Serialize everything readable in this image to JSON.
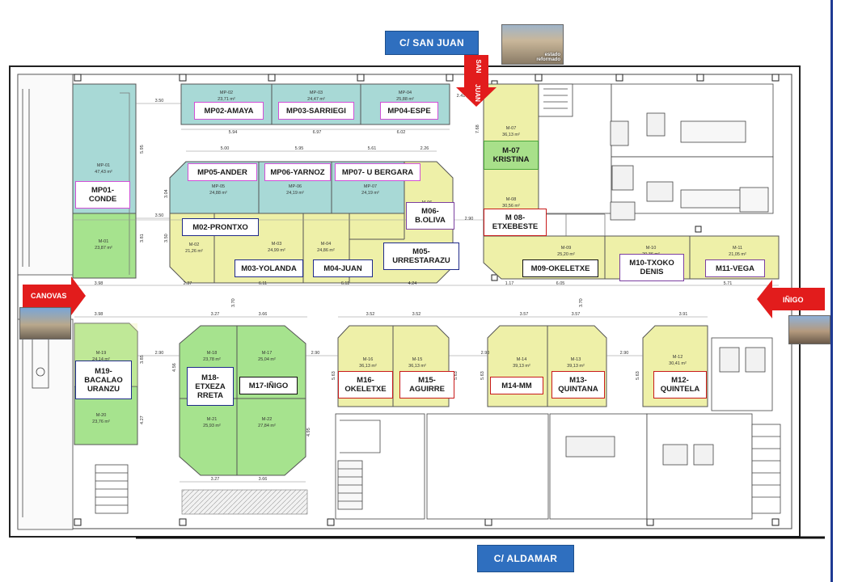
{
  "streets": {
    "san_juan": "C/ SAN JUAN",
    "aldamar": "C/ ALDAMAR",
    "canovas": "CANOVAS",
    "inigo": "IÑIGO",
    "san_juan_arrow": [
      "SAN",
      "JUAN"
    ]
  },
  "photo_caption": [
    "estado",
    "reformado"
  ],
  "colors": {
    "teal": "#a8d9d6",
    "yellow": "#eef0a8",
    "green": "#a6e38e",
    "blue": "#2f6fbf",
    "red": "#e21c1c"
  },
  "stalls": {
    "mp01": "MP01-\nCONDE",
    "mp02": "MP02-AMAYA",
    "mp03": "MP03-SARRIEGI",
    "mp04": "MP04-ESPE",
    "mp05": "MP05-ANDER",
    "mp06": "MP06-YARNOZ",
    "mp07": "MP07- U BERGARA",
    "m02": "M02-PRONTXO",
    "m03": "M03-YOLANDA",
    "m04": "M04-JUAN",
    "m05": "M05-\nURRESTARAZU",
    "m06": "M06-\nB.OLIVA",
    "m07": "M-07\nKRISTINA",
    "m08": "M 08-\nETXEBESTE",
    "m09": "M09-OKELETXE",
    "m10": "M10-TXOKO\nDENIS",
    "m11": "M11-VEGA",
    "m12": "M12-\nQUINTELA",
    "m13": "M13-\nQUINTANA",
    "m14": "M14-MM",
    "m15": "M15-\nAGUIRRE",
    "m16": "M16-\nOKELETXE",
    "m17": "M17-IÑIGO",
    "m18": "M18-\nETXEZA\nRRETA",
    "m19": "M19-\nBACALAO\nURANZU"
  },
  "plan_labels": {
    "mp01": "MP-01",
    "mp01_area": "47,43 m²",
    "mp02": "MP-02",
    "mp02_area": "23,71 m²",
    "mp03": "MP-03",
    "mp03_area": "24,47 m²",
    "mp04": "MP-04",
    "mp04_area": "25,88 m²",
    "mp05": "MP-05",
    "mp05_area": "24,88 m²",
    "mp06": "MP-06",
    "mp06_area": "24,19 m²",
    "mp07": "MP-07",
    "mp07_area": "24,19 m²",
    "m01": "M-01",
    "m01_area": "23,87 m²",
    "m02": "M-02",
    "m02_area": "21,26 m²",
    "m03": "M-03",
    "m03_area": "24,99 m²",
    "m04": "M-04",
    "m04_area": "24,86 m²",
    "m06": "M-06",
    "m07": "M-07",
    "m07_area": "36,13 m²",
    "m08": "M-08",
    "m08_area": "30,56 m²",
    "m09": "M-09",
    "m09_area": "25,20 m²",
    "m10": "M-10",
    "m10_area": "20,36 m²",
    "m11": "M-11",
    "m11_area": "21,05 m²",
    "m12": "M-12",
    "m12_area": "30,41 m²",
    "m13": "M-13",
    "m13_area": "39,13 m²",
    "m14": "M-14",
    "m14_area": "39,13 m²",
    "m15": "M-15",
    "m15_area": "36,13 m²",
    "m16": "M-16",
    "m16_area": "36,13 m²",
    "m17": "M-17",
    "m17_area": "25,04 m²",
    "m18": "M-18",
    "m18_area": "23,78 m²",
    "m19": "M-19",
    "m19_area": "24,14 m²",
    "m20": "M-20",
    "m20_area": "23,76 m²",
    "m21": "M-21",
    "m21_area": "25,93 m²",
    "m22": "M-22",
    "m22_area": "27,84 m²"
  },
  "dimensions": {
    "d_350a": "3.50",
    "d_350b": "3.50",
    "d_594": "5.94",
    "d_697": "6.97",
    "d_602": "6.02",
    "d_500": "5.00",
    "d_595": "5.95",
    "d_561": "5.61",
    "d_226": "2.26",
    "d_398a": "3.98",
    "d_237": "2.37",
    "d_611a": "6.11",
    "d_611b": "6.11",
    "d_424": "4.24",
    "d_117": "1.17",
    "d_605": "6.05",
    "d_571": "5.71",
    "d_290a": "2.90",
    "d_290b": "2.90",
    "d_398b": "3.98",
    "d_327a": "3.27",
    "d_366": "3.66",
    "d_352a": "3.52",
    "d_352b": "3.52",
    "d_357a": "3.57",
    "d_357b": "3.57",
    "d_391": "3.91",
    "d_290c": "2.90",
    "d_290d": "2.90",
    "d_290e": "2.90",
    "d_327b": "3.27",
    "d_366b": "3.66",
    "d_241": "2.41",
    "d_768": "7.68",
    "d_370a": "3.70",
    "d_370b": "3.70",
    "d_456": "4.56",
    "d_495": "4.95",
    "d_563a": "5.63",
    "d_563b": "5.63",
    "d_563c": "5.63",
    "d_563d": "5.63",
    "d_427": "4.27",
    "d_385": "3.85",
    "d_595v": "5.95",
    "d_304": "3.04",
    "d_381": "3.81",
    "d_350v": "3.50"
  }
}
